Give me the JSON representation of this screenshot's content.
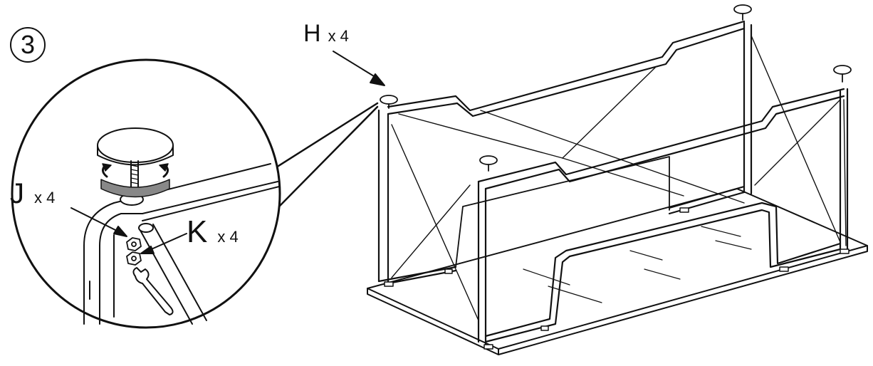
{
  "step": {
    "number": "3"
  },
  "parts": [
    {
      "letter": "H",
      "quantity": "x 4"
    },
    {
      "letter": "J",
      "quantity": "x 4"
    },
    {
      "letter": "K",
      "quantity": "x 4"
    }
  ]
}
